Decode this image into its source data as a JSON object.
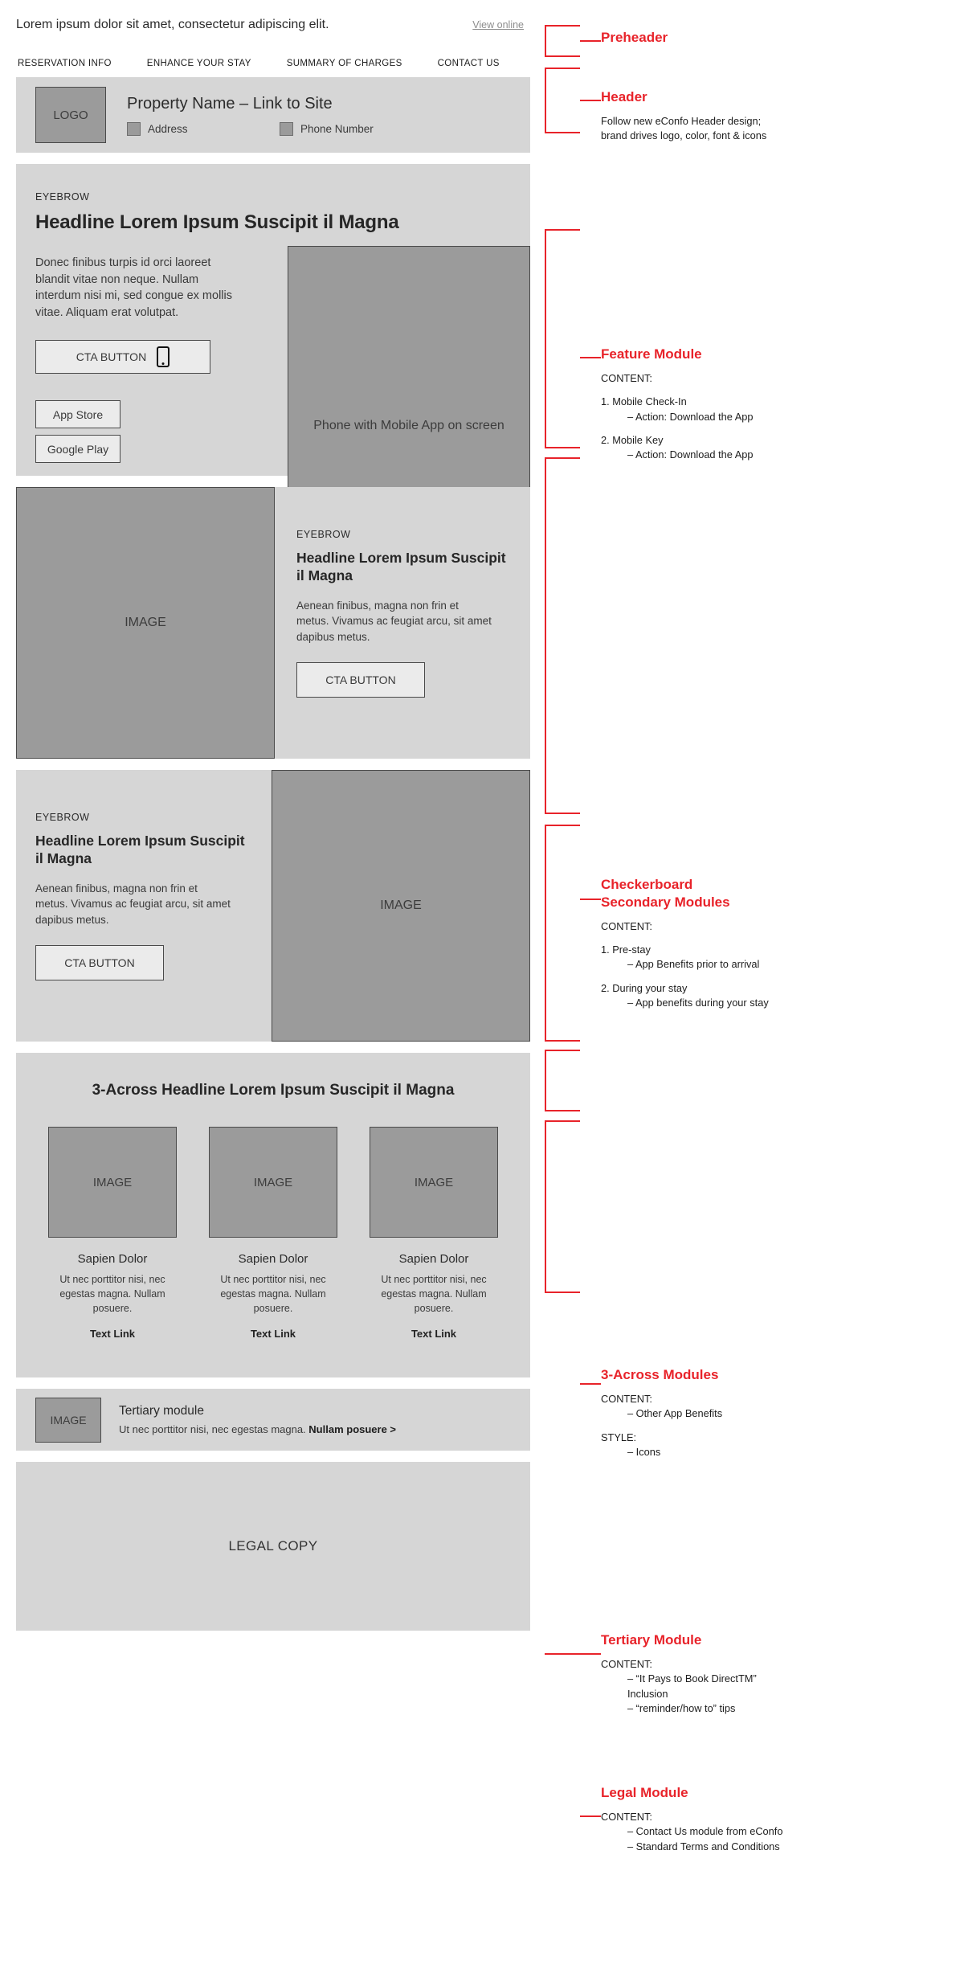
{
  "preheader": {
    "text": "Lorem ipsum dolor sit amet, consectetur adipiscing elit.",
    "view_online": "View online"
  },
  "nav": {
    "items": [
      "RESERVATION INFO",
      "ENHANCE YOUR STAY",
      "SUMMARY OF CHARGES",
      "CONTACT US"
    ]
  },
  "header_module": {
    "logo_placeholder": "LOGO",
    "property_name": "Property Name – Link to Site",
    "address_label": "Address",
    "phone_label": "Phone Number"
  },
  "feature_module": {
    "eyebrow": "EYEBROW",
    "headline": "Headline Lorem Ipsum Suscipit il Magna",
    "body": "Donec finibus turpis id orci laoreet blandit vitae non neque. Nullam interdum nisi mi, sed congue ex mollis vitae. Aliquam erat volutpat.",
    "cta_label": "CTA BUTTON",
    "app_store_label": "App Store",
    "google_play_label": "Google Play",
    "image_placeholder": "Phone with Mobile App on screen"
  },
  "checkerboard_modules": [
    {
      "image_placeholder": "IMAGE",
      "eyebrow": "EYEBROW",
      "headline": "Headline Lorem Ipsum Suscipit il Magna",
      "body": "Aenean finibus, magna non frin et metus. Vivamus ac feugiat arcu, sit amet dapibus metus.",
      "cta_label": "CTA BUTTON"
    },
    {
      "image_placeholder": "IMAGE",
      "eyebrow": "EYEBROW",
      "headline": "Headline Lorem Ipsum Suscipit il Magna",
      "body": "Aenean finibus, magna non frin et metus. Vivamus ac feugiat arcu, sit amet dapibus metus.",
      "cta_label": "CTA BUTTON"
    }
  ],
  "across_module": {
    "headline": "3-Across Headline Lorem Ipsum Suscipit il Magna",
    "columns": [
      {
        "image_placeholder": "IMAGE",
        "title": "Sapien Dolor",
        "body": "Ut nec porttitor nisi, nec egestas magna. Nullam posuere.",
        "link": "Text Link"
      },
      {
        "image_placeholder": "IMAGE",
        "title": "Sapien Dolor",
        "body": "Ut nec porttitor nisi, nec egestas magna. Nullam posuere.",
        "link": "Text Link"
      },
      {
        "image_placeholder": "IMAGE",
        "title": "Sapien Dolor",
        "body": "Ut nec porttitor nisi, nec egestas magna. Nullam posuere.",
        "link": "Text Link"
      }
    ]
  },
  "tertiary_module": {
    "image_placeholder": "IMAGE",
    "title": "Tertiary module",
    "body": "Ut nec porttitor nisi, nec egestas magna. ",
    "link": "Nullam posuere >"
  },
  "legal_module": {
    "placeholder": "LEGAL COPY"
  },
  "annotations": {
    "preheader": {
      "title": "Preheader",
      "lines": []
    },
    "header": {
      "title": "Header",
      "lines": [
        "Follow new eConfo Header design;",
        "brand drives logo, color, font & icons"
      ]
    },
    "feature": {
      "title": "Feature Module",
      "content_label": "CONTENT:",
      "items": [
        {
          "text": "1. Mobile Check-In",
          "indent": 1
        },
        {
          "text": "– Action: Download the App",
          "indent": 2
        },
        {
          "text": "",
          "indent": 0
        },
        {
          "text": "2. Mobile Key",
          "indent": 1
        },
        {
          "text": "– Action: Download the App",
          "indent": 2
        }
      ]
    },
    "checkerboard": {
      "title": "Checkerboard\nSecondary Modules",
      "title_line1": "Checkerboard",
      "title_line2": "Secondary Modules",
      "content_label": "CONTENT:",
      "items": [
        {
          "text": "1. Pre-stay",
          "indent": 1
        },
        {
          "text": "– App Benefits prior to arrival",
          "indent": 2
        },
        {
          "text": "",
          "indent": 0
        },
        {
          "text": "2. During your stay",
          "indent": 1
        },
        {
          "text": "– App benefits during your stay",
          "indent": 2
        }
      ]
    },
    "across": {
      "title": "3-Across Modules",
      "content_label": "CONTENT:",
      "items": [
        {
          "text": "– Other App Benefits",
          "indent": 2
        },
        {
          "text": "",
          "indent": 0
        }
      ],
      "style_label": "STYLE:",
      "style_items": [
        {
          "text": "– Icons",
          "indent": 2
        }
      ]
    },
    "tertiary": {
      "title": "Tertiary Module",
      "content_label": "CONTENT:",
      "items": [
        {
          "text": "– “It Pays to Book DirectTM”",
          "indent": 2
        },
        {
          "text": "Inclusion",
          "indent": 2
        },
        {
          "text": "– “reminder/how to” tips",
          "indent": 2
        }
      ]
    },
    "legal": {
      "title": "Legal Module",
      "content_label": "CONTENT:",
      "items": [
        {
          "text": "– Contact Us module from eConfo",
          "indent": 2
        },
        {
          "text": "– Standard Terms and Conditions",
          "indent": 2
        }
      ]
    }
  },
  "colors": {
    "accent_red": "#e8232a",
    "module_bg": "#d6d6d6",
    "image_placeholder_bg": "#9b9b9b",
    "button_bg": "#ebebeb"
  }
}
